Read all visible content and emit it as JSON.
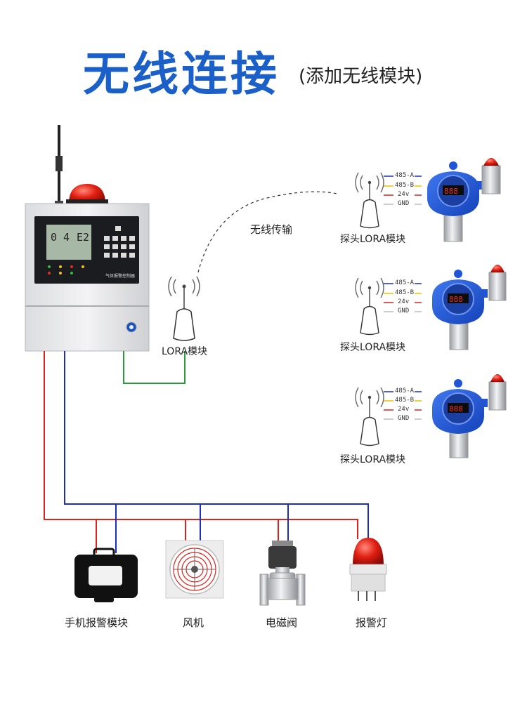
{
  "header": {
    "title": "无线连接",
    "subtitle": "(添加无线模块)"
  },
  "controller": {
    "display_left": "0 4",
    "display_right": "E2",
    "panel_label": "气体报警控制器"
  },
  "center_module": {
    "wireless_label": "无线传输",
    "lora_label": "LORA模块"
  },
  "probes": [
    {
      "label": "探头LORA模块",
      "display": "888",
      "wires": [
        "485-A",
        "485-B",
        "24v",
        "GND"
      ]
    },
    {
      "label": "探头LORA模块",
      "display": "888",
      "wires": [
        "485-A",
        "485-B",
        "24v",
        "GND"
      ]
    },
    {
      "label": "探头LORA模块",
      "display": "888",
      "wires": [
        "485-A",
        "485-B",
        "24v",
        "GND"
      ]
    }
  ],
  "outputs": [
    {
      "label": "手机报警模块",
      "icon": "phone-alarm-module-icon"
    },
    {
      "label": "风机",
      "icon": "fan-icon"
    },
    {
      "label": "电磁阀",
      "icon": "solenoid-valve-icon"
    },
    {
      "label": "报警灯",
      "icon": "alarm-light-icon"
    }
  ],
  "colors": {
    "title_blue": "#1b5fc9",
    "wire_red": "#d9231c",
    "wire_blue": "#1a2fc2",
    "wire_green": "#2a9a3a",
    "wire_yellow": "#e8c400",
    "probe_blue": "#1f55d6"
  }
}
